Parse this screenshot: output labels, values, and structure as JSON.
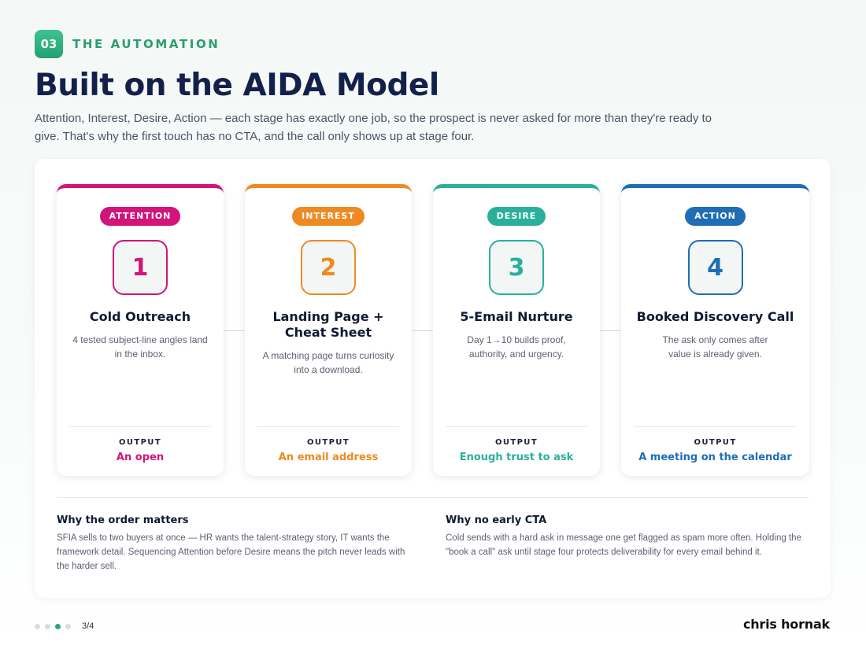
{
  "header": {
    "section_number": "03",
    "eyebrow": "THE AUTOMATION",
    "title": "Built on the AIDA Model",
    "subtitle": "Attention, Interest, Desire, Action — each stage has exactly one job, so the prospect is never asked for more than they're ready to give. That's why the first touch has no CTA, and the call only shows up at stage four."
  },
  "colors": {
    "attention": "#d1157a",
    "interest": "#ee8a22",
    "desire": "#2ab09a",
    "action": "#1f6db5",
    "accent": "#2a9e6e"
  },
  "stages": [
    {
      "label": "ATTENTION",
      "number": "1",
      "title": "Cold Outreach",
      "description": "4 tested subject-line angles land in the inbox.",
      "output_label": "OUTPUT",
      "output_value": "An open"
    },
    {
      "label": "INTEREST",
      "number": "2",
      "title": "Landing Page + Cheat Sheet",
      "description": "A matching page turns curiosity into a download.",
      "output_label": "OUTPUT",
      "output_value": "An email address"
    },
    {
      "label": "DESIRE",
      "number": "3",
      "title": "5-Email Nurture",
      "description": "Day 1→10 builds proof, authority, and urgency.",
      "output_label": "OUTPUT",
      "output_value": "Enough trust to ask"
    },
    {
      "label": "ACTION",
      "number": "4",
      "title": "Booked Discovery Call",
      "description": "The ask only comes after value is already given.",
      "output_label": "OUTPUT",
      "output_value": "A meeting on the calendar"
    }
  ],
  "notes": [
    {
      "heading": "Why the order matters",
      "body": "SFIA sells to two buyers at once — HR wants the talent-strategy story, IT wants the framework detail. Sequencing Attention before Desire means the pitch never leads with the harder sell."
    },
    {
      "heading": "Why no early CTA",
      "body": "Cold sends with a hard ask in message one get flagged as spam more often. Holding the \"book a call\" ask until stage four protects deliverability for every email behind it."
    }
  ],
  "footer": {
    "page_indicator": "3/4",
    "brand": "chris hornak"
  }
}
